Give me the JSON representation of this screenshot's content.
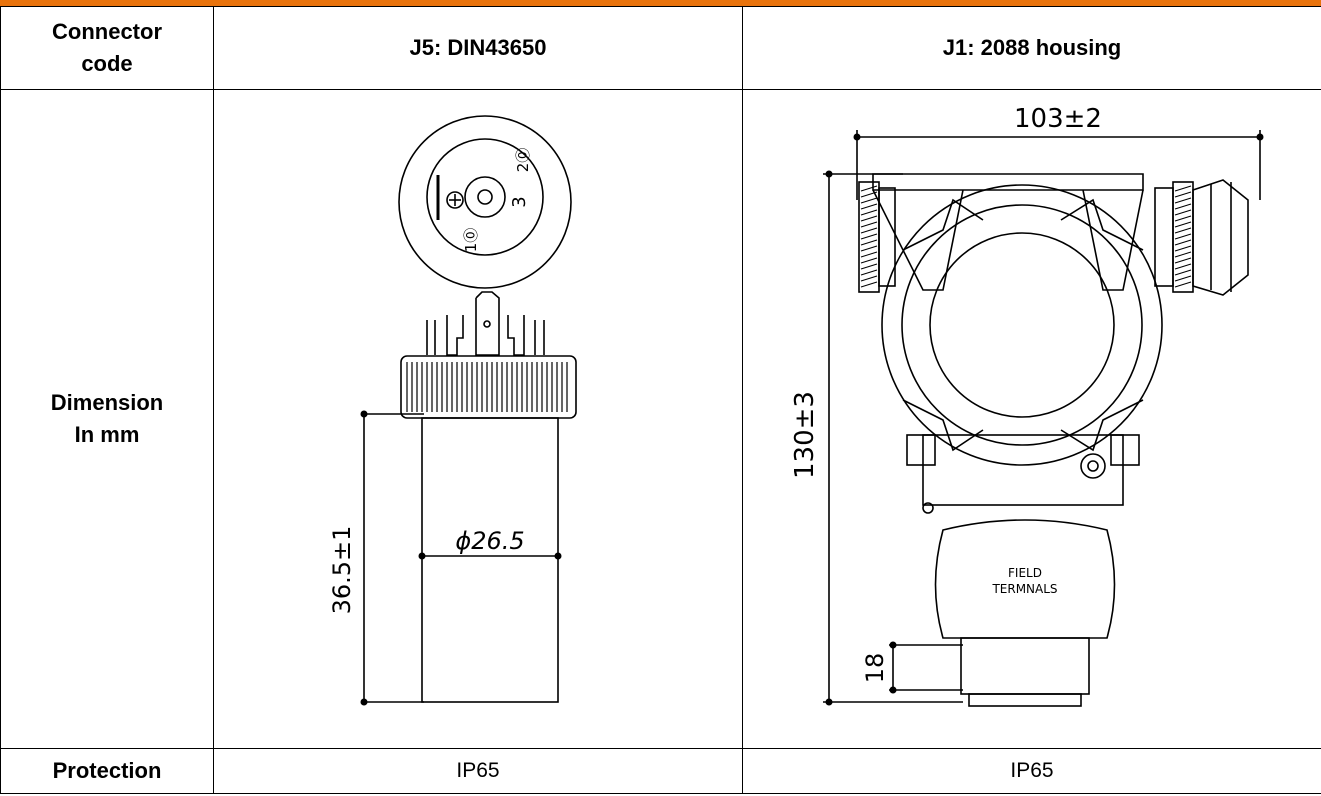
{
  "table": {
    "header": {
      "label_line1": "Connector",
      "label_line2": "code",
      "col1": "J5: DIN43650",
      "col2": "J1: 2088 housing"
    },
    "dimension": {
      "label_line1": "Dimension",
      "label_line2": "In mm",
      "j5": {
        "height_label": "36.5±1",
        "diameter_label": "ϕ26.5",
        "pin_labels": [
          "2⓪",
          "3",
          "1⓪",
          "⊕"
        ]
      },
      "j1": {
        "width_label": "103±2",
        "height_label": "130±3",
        "bottom_label": "18",
        "body_text_line1": "FIELD",
        "body_text_line2": "TERMNALS"
      }
    },
    "protection": {
      "label": "Protection",
      "col1": "IP65",
      "col2": "IP65"
    }
  }
}
